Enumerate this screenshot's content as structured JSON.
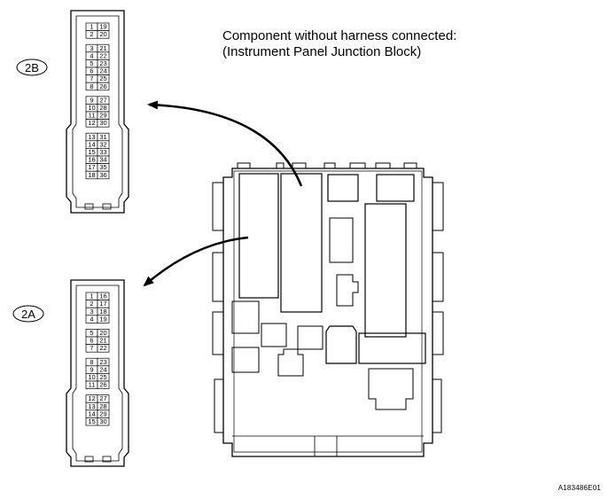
{
  "title_line1": "Component without harness connected:",
  "title_line2": "(Instrument Panel Junction Block)",
  "figure_id": "A183486E01",
  "connector_2b": {
    "label": "2B",
    "groups": [
      [
        [
          "1",
          "19"
        ],
        [
          "2",
          "20"
        ]
      ],
      [
        [
          "3",
          "21"
        ],
        [
          "4",
          "22"
        ],
        [
          "5",
          "23"
        ],
        [
          "6",
          "24"
        ],
        [
          "7",
          "25"
        ],
        [
          "8",
          "26"
        ]
      ],
      [
        [
          "9",
          "27"
        ],
        [
          "10",
          "28"
        ],
        [
          "11",
          "29"
        ],
        [
          "12",
          "30"
        ]
      ],
      [
        [
          "13",
          "31"
        ],
        [
          "14",
          "32"
        ],
        [
          "15",
          "33"
        ],
        [
          "16",
          "34"
        ],
        [
          "17",
          "35"
        ],
        [
          "18",
          "36"
        ]
      ]
    ]
  },
  "connector_2a": {
    "label": "2A",
    "groups": [
      [
        [
          "1",
          "16"
        ],
        [
          "2",
          "17"
        ],
        [
          "3",
          "18"
        ],
        [
          "4",
          "19"
        ]
      ],
      [
        [
          "5",
          "20"
        ],
        [
          "6",
          "21"
        ],
        [
          "7",
          "22"
        ]
      ],
      [
        [
          "8",
          "23"
        ],
        [
          "9",
          "24"
        ],
        [
          "10",
          "25"
        ],
        [
          "11",
          "26"
        ]
      ],
      [
        [
          "12",
          "27"
        ],
        [
          "13",
          "28"
        ],
        [
          "14",
          "29"
        ],
        [
          "15",
          "30"
        ]
      ]
    ]
  }
}
